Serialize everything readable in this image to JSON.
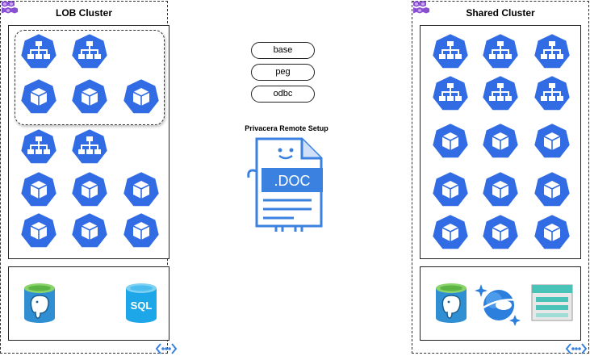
{
  "lob_cluster": {
    "title": "LOB Cluster"
  },
  "shared_cluster": {
    "title": "Shared Cluster"
  },
  "connections": [
    "base",
    "peg",
    "odbc"
  ],
  "remote_setup": {
    "title": "Privacera Remote Setup",
    "doc_label": ".DOC"
  },
  "databases": {
    "sql_label": "SQL"
  },
  "colors": {
    "k8s_blue": "#326CE5",
    "sql_blue": "#1EA7E8",
    "postgres_teal": "#3FA7D6",
    "cosmos_blue": "#2D7FDE",
    "storage_teal": "#49C3B8",
    "doc_blue": "#3B82E0",
    "aks_purple": "#8A4FD0"
  },
  "icons": {
    "lob_group": [
      "deployment-icon",
      "deployment-icon",
      "pod-icon",
      "pod-icon",
      "pod-icon"
    ],
    "lob_nodes": [
      "deployment-icon",
      "deployment-icon",
      "pod-icon",
      "pod-icon",
      "pod-icon",
      "pod-icon",
      "pod-icon",
      "pod-icon"
    ],
    "shared_nodes": [
      "deployment-icon",
      "deployment-icon",
      "deployment-icon",
      "deployment-icon",
      "deployment-icon",
      "deployment-icon",
      "pod-icon",
      "pod-icon",
      "pod-icon",
      "pod-icon",
      "pod-icon",
      "pod-icon",
      "pod-icon",
      "pod-icon",
      "pod-icon"
    ]
  }
}
